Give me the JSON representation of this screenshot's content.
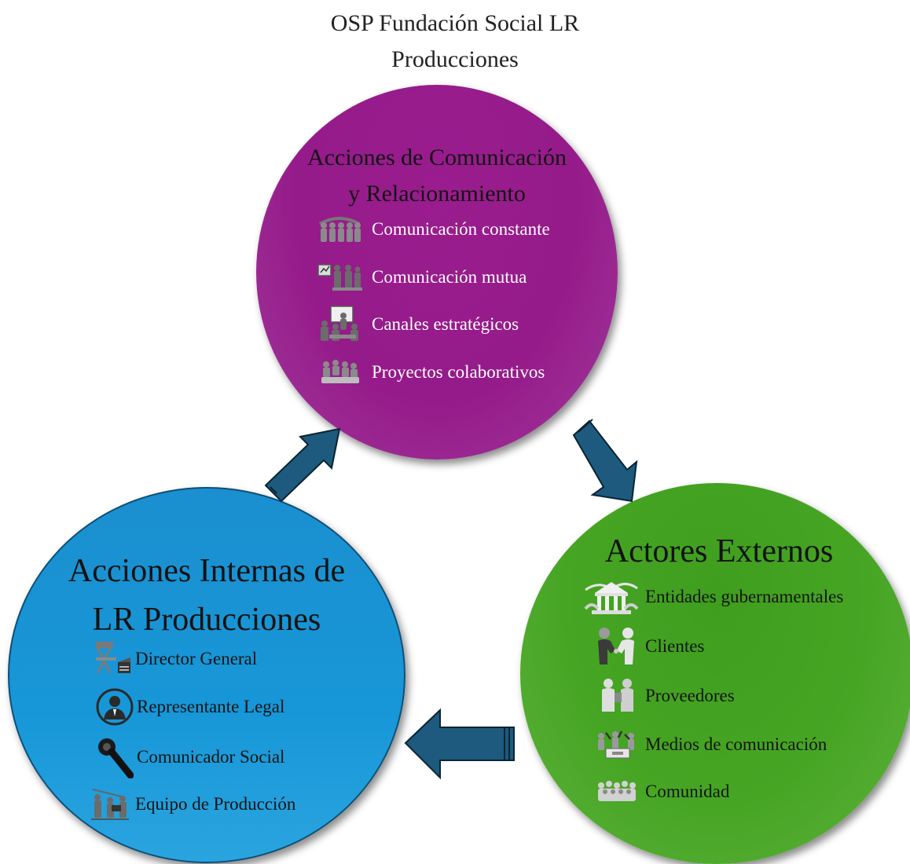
{
  "title": {
    "line1": "OSP Fundación Social LR",
    "line2": "Producciones"
  },
  "top_circle": {
    "heading_line1": "Acciones de Comunicación",
    "heading_line2": "y Relacionamiento",
    "items": [
      {
        "label": "Comunicación constante",
        "icon": "group-people-icon"
      },
      {
        "label": "Comunicación mutua",
        "icon": "presentation-icon"
      },
      {
        "label": "Canales estratégicos",
        "icon": "meeting-icon"
      },
      {
        "label": "Proyectos colaborativos",
        "icon": "team-icon"
      }
    ],
    "color": "#951b8a"
  },
  "left_circle": {
    "heading_line1": "Acciones Internas de",
    "heading_line2": "LR Producciones",
    "items": [
      {
        "label": "Director General",
        "icon": "director-chair-icon"
      },
      {
        "label": "Representante Legal",
        "icon": "businessman-icon"
      },
      {
        "label": "Comunicador Social",
        "icon": "microphone-icon"
      },
      {
        "label": "Equipo de Producción",
        "icon": "film-crew-icon"
      }
    ],
    "color": "#1797d8"
  },
  "right_circle": {
    "heading": "Actores Externos",
    "items": [
      {
        "label": "Entidades gubernamentales",
        "icon": "government-building-icon"
      },
      {
        "label": "Clientes",
        "icon": "handshake-icon"
      },
      {
        "label": "Proveedores",
        "icon": "supplier-icon"
      },
      {
        "label": "Medios de comunicación",
        "icon": "press-conference-icon"
      },
      {
        "label": "Comunidad",
        "icon": "crowd-icon"
      }
    ],
    "color": "#47a524"
  },
  "arrow_color": "#1d5a7e"
}
